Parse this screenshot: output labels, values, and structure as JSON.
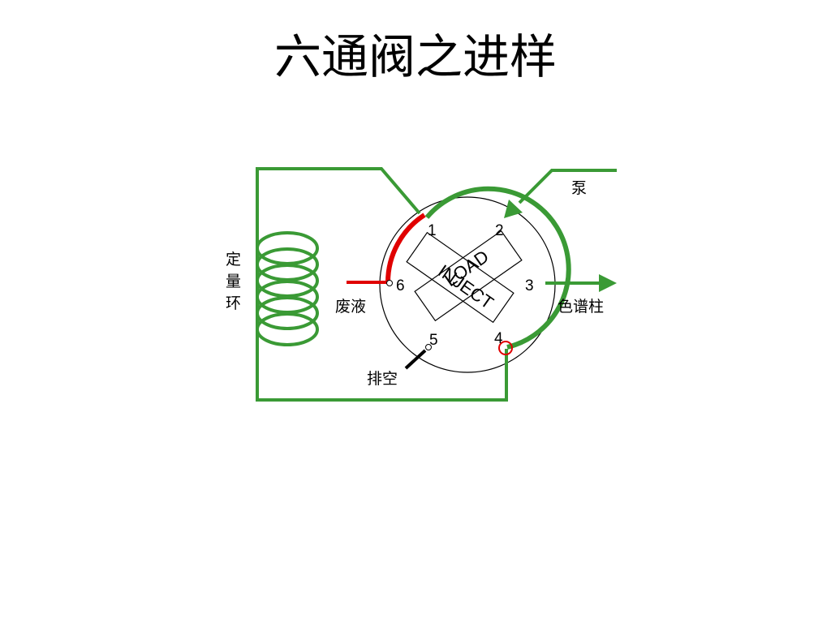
{
  "title": "六通阀之进样",
  "labels": {
    "pump": "泵",
    "column": "色谱柱",
    "waste": "废液",
    "vent": "排空",
    "sample_loop": "定量环",
    "rotor_load": "LOAD",
    "rotor_inject": "INJECT"
  },
  "ports": [
    "1",
    "2",
    "3",
    "4",
    "5",
    "6"
  ],
  "colors": {
    "flow_path": "#3a9a35",
    "active_waste": "#e00000",
    "outline": "#000000"
  }
}
